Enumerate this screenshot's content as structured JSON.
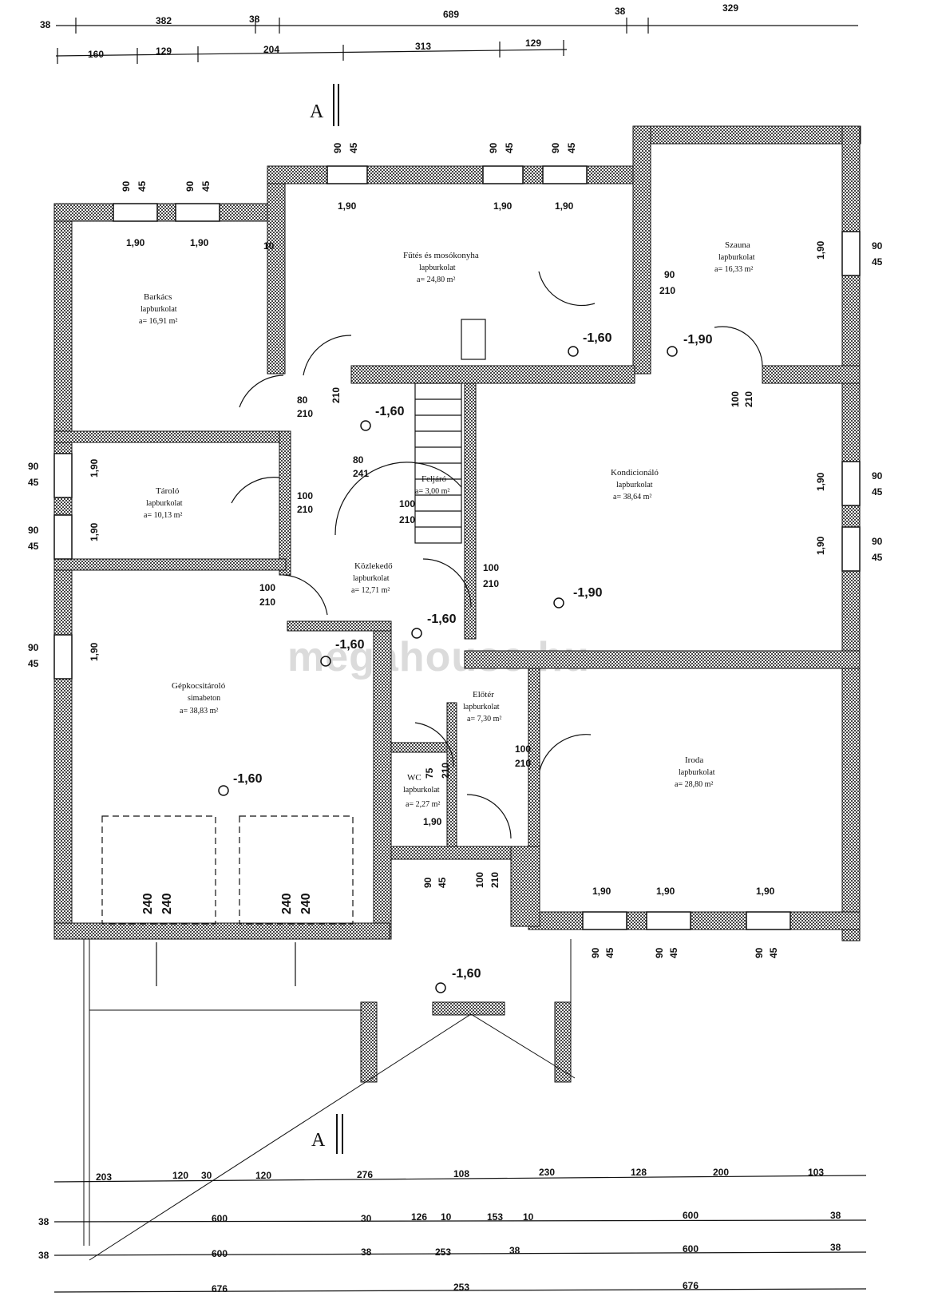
{
  "watermark": "megahouse.hu",
  "section_marker": "A",
  "dimensions": {
    "top_row1": [
      "38",
      "382",
      "38",
      "689",
      "38",
      "329"
    ],
    "top_row2": [
      "160",
      "129",
      "204",
      "313",
      "129"
    ],
    "bottom_row1": [
      "203",
      "120",
      "30",
      "120",
      "276",
      "108",
      "230",
      "128",
      "200",
      "103"
    ],
    "bottom_row2": [
      "38",
      "600",
      "30",
      "126",
      "10",
      "153",
      "10",
      "600",
      "38"
    ],
    "bottom_row3": [
      "38",
      "600",
      "38",
      "253",
      "38",
      "600",
      "38"
    ],
    "bottom_row4": [
      "676",
      "253",
      "676"
    ]
  },
  "rooms": [
    {
      "id": "barkacs",
      "name": "Barkács",
      "floor": "lapburkolat",
      "area": "a= 16,91 m²"
    },
    {
      "id": "futes",
      "name": "Fűtés és mosókonyha",
      "floor": "lapburkolat",
      "area": "a= 24,80 m²"
    },
    {
      "id": "szauna",
      "name": "Szauna",
      "floor": "lapburkolat",
      "area": "a= 16,33 m²"
    },
    {
      "id": "tarolo",
      "name": "Tároló",
      "floor": "lapburkolat",
      "area": "a= 10,13 m²"
    },
    {
      "id": "feljaro",
      "name": "Feljáró",
      "floor": "",
      "area": "a= 3,00 m²"
    },
    {
      "id": "kondicionalo",
      "name": "Kondicionáló",
      "floor": "lapburkolat",
      "area": "a= 38,64 m²"
    },
    {
      "id": "kozlekedo",
      "name": "Közlekedő",
      "floor": "lapburkolat",
      "area": "a= 12,71 m²"
    },
    {
      "id": "gepkocsitarolo",
      "name": "Gépkocsitároló",
      "floor": "simabeton",
      "area": "a= 38,83 m²"
    },
    {
      "id": "eloter",
      "name": "Előtér",
      "floor": "lapburkolat",
      "area": "a= 7,30 m²"
    },
    {
      "id": "wc",
      "name": "WC",
      "floor": "lapburkolat",
      "area": "a= 2,27 m²"
    },
    {
      "id": "iroda",
      "name": "Iroda",
      "floor": "lapburkolat",
      "area": "a= 28,80 m²"
    }
  ],
  "levels": [
    "-1,60",
    "-1,90"
  ],
  "openings": {
    "window_w": "90",
    "window_h": "45",
    "sill": "1,90",
    "door_w1": "100",
    "door_w2": "80",
    "door_w3": "75",
    "door_h": "210",
    "stair": "241",
    "garage_w": "240",
    "wall_10": "10"
  }
}
